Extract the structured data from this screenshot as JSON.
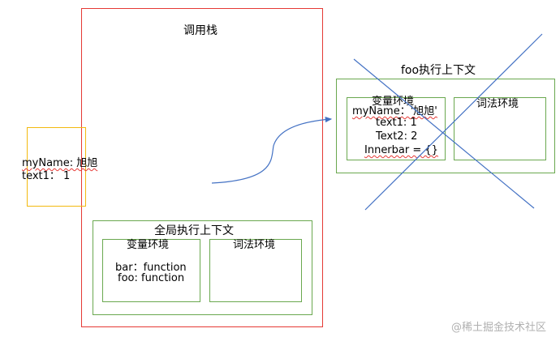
{
  "call_stack": {
    "title": "调用栈"
  },
  "global_context": {
    "title": "全局执行上下文",
    "variable_env": {
      "title": "变量环境",
      "lines": [
        "bar：function",
        "foo: function"
      ]
    },
    "lexical_env": {
      "title": "词法环境"
    }
  },
  "foo_context": {
    "title": "foo执行上下文",
    "variable_env": {
      "title": "变量环境",
      "lines": [
        "myName：'旭旭'",
        "text1: 1",
        "Text2: 2",
        "Innerbar = {}"
      ]
    },
    "lexical_env": {
      "title": "词法环境"
    }
  },
  "closure_box": {
    "lines": [
      "myName: 旭旭",
      "text1：  1"
    ]
  },
  "watermark": "@稀土掘金技术社区",
  "colors": {
    "call_stack_border": "#e53935",
    "context_border": "#6aa84f",
    "closure_border": "#f2b90f",
    "arrow": "#4472c4",
    "cross": "#4472c4"
  }
}
